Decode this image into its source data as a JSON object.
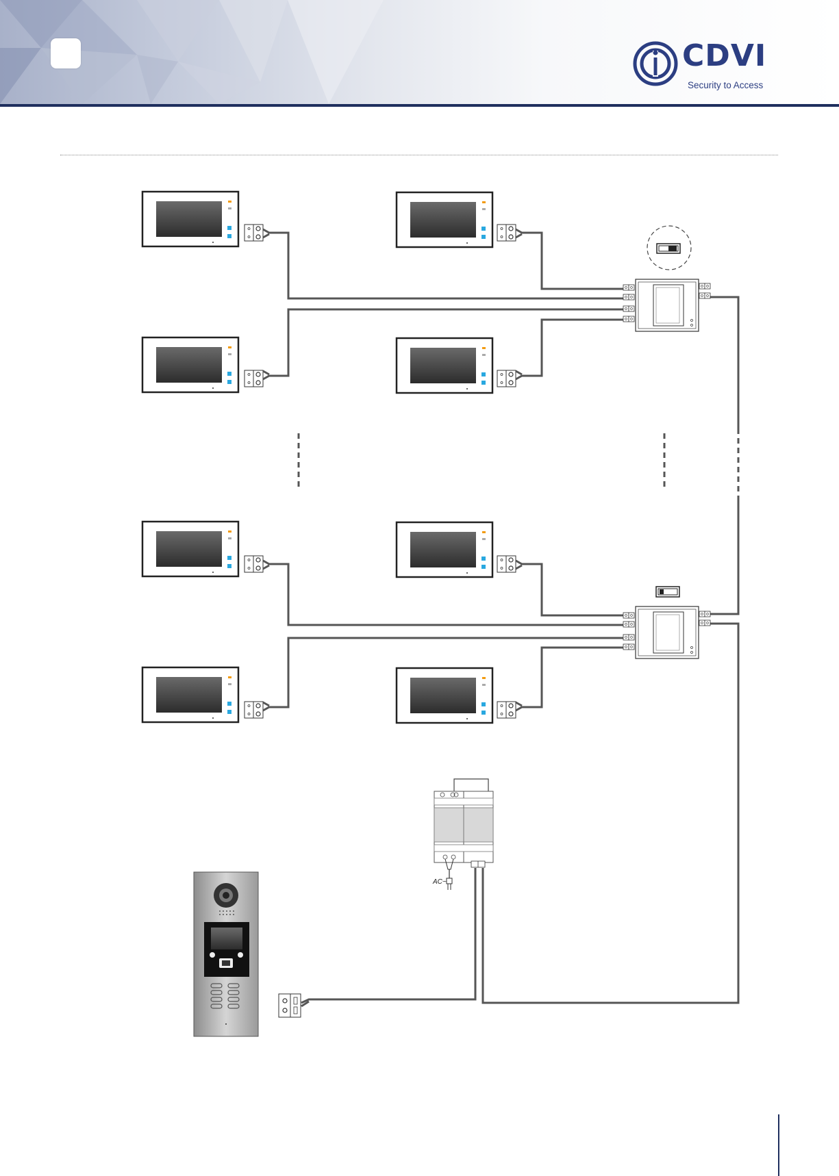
{
  "brand": {
    "name": "CDVI",
    "tagline": "Security to Access",
    "color_primary": "#2c3e82",
    "color_header_line": "#1f2f5e"
  },
  "diagram": {
    "power_supply_label": "AC~",
    "wire_color": "#555555",
    "components": {
      "monitors": 8,
      "distributors": 2,
      "door_stations": 1,
      "power_supplies": 1
    }
  }
}
